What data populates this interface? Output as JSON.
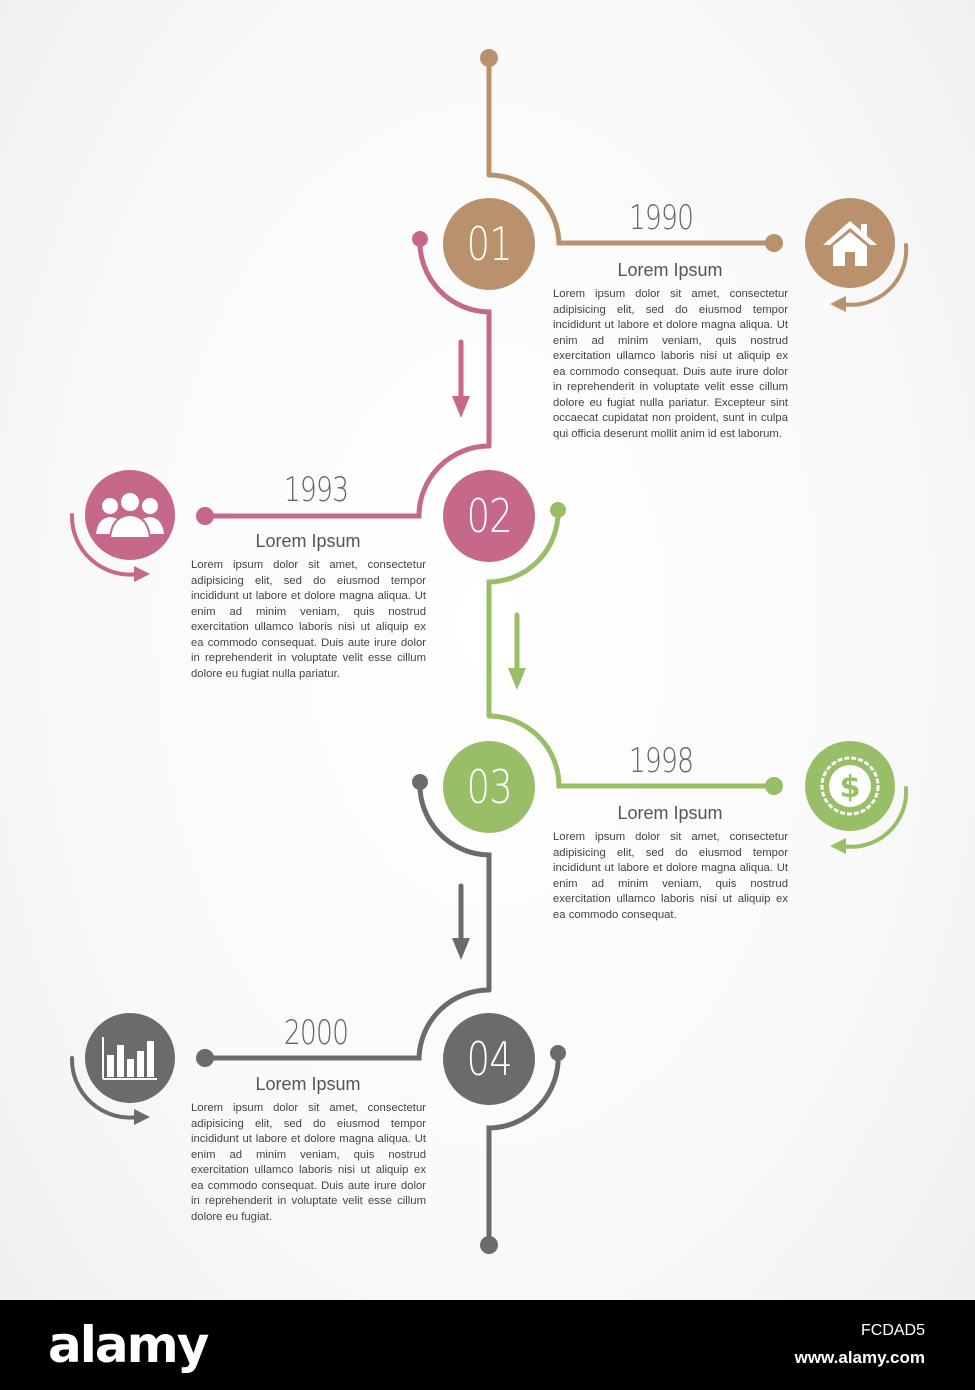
{
  "colors": {
    "step1": "#b9916c",
    "step2": "#c5688a",
    "step3": "#99be68",
    "step4": "#6b6b6b"
  },
  "steps": [
    {
      "number": "01",
      "year": "1990",
      "heading": "Lorem Ipsum",
      "icon": "home-icon",
      "text": "Lorem ipsum dolor sit amet, consectetur adipisicing elit, sed do eiusmod tempor incididunt ut labore et dolore magna aliqua. Ut enim ad minim veniam, quis nostrud exercitation ullamco laboris nisi ut aliquip ex ea commodo consequat. Duis aute irure dolor in reprehenderit in voluptate velit esse cillum dolore eu fugiat nulla pariatur. Excepteur sint occaecat cupidatat non proident, sunt in culpa qui officia deserunt mollit anim id est laborum."
    },
    {
      "number": "02",
      "year": "1993",
      "heading": "Lorem Ipsum",
      "icon": "people-icon",
      "text": "Lorem ipsum dolor sit amet, consectetur adipisicing elit, sed do eiusmod tempor incididunt ut labore et dolore magna aliqua. Ut enim ad minim veniam, quis nostrud exercitation ullamco laboris nisi ut aliquip ex ea commodo consequat. Duis aute irure dolor in reprehenderit in voluptate velit esse cillum dolore eu fugiat nulla pariatur."
    },
    {
      "number": "03",
      "year": "1998",
      "heading": "Lorem Ipsum",
      "icon": "dollar-icon",
      "text": "Lorem ipsum dolor sit amet, consectetur adipisicing elit, sed do eiusmod tempor incididunt ut labore et dolore magna aliqua. Ut enim ad minim veniam, quis nostrud exercitation ullamco laboris nisi ut aliquip ex ea commodo consequat."
    },
    {
      "number": "04",
      "year": "2000",
      "heading": "Lorem Ipsum",
      "icon": "bar-chart-icon",
      "text": "Lorem ipsum dolor sit amet, consectetur adipisicing elit, sed do eiusmod tempor incididunt ut labore et dolore magna aliqua. Ut enim ad minim veniam, quis nostrud exercitation ullamco laboris nisi ut aliquip ex ea commodo consequat. Duis aute irure dolor in reprehenderit in voluptate velit esse cillum dolore eu fugiat."
    }
  ],
  "footer": {
    "logo": "alamy",
    "image_code": "FCDAD5",
    "url": "www.alamy.com"
  }
}
